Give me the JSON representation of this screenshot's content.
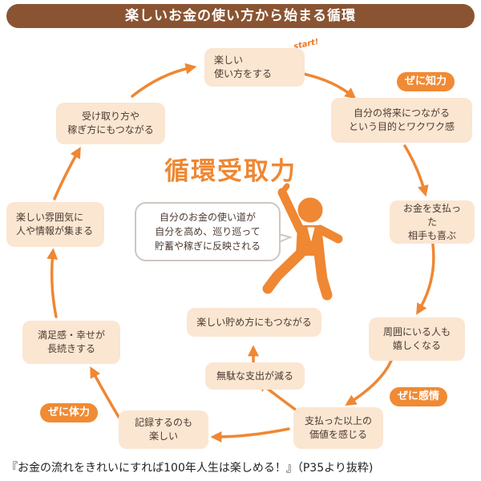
{
  "banner": "楽しいお金の使い方から始まる循環",
  "title": "循環受取力",
  "start_label": "start!",
  "nodes": {
    "n1": "楽しい\n使い方をする",
    "n2": "自分の将来につながる\nという目的とワクワク感",
    "n3": "お金を支払った\n相手も喜ぶ",
    "n4": "周囲にいる人も\n嬉しくなる",
    "n5": "支払った以上の\n価値を感じる",
    "n6": "記録するのも\n楽しい",
    "n7": "満足感・幸せが\n長続きする",
    "n8": "楽しい雰囲気に\n人や情報が集まる",
    "n9": "受け取り方や\n稼ぎ方にもつながる",
    "inner_bottom": "無駄な支出が減る",
    "inner_top": "楽しい貯め方にもつながる"
  },
  "tags": {
    "knowledge": "ぜに知力",
    "emotion": "ぜに感情",
    "stamina": "ぜに体力"
  },
  "bubble": "自分のお金の使い道が\n自分を高め、巡り巡って\n貯蓄や稼ぎに反映される",
  "footer": "『お金の流れをきれいにすれば100年人生は楽しめる！』（P35より抜粋)",
  "colors": {
    "accent": "#ef8733",
    "banner": "#8a5432",
    "box": "#fbe6d2"
  }
}
